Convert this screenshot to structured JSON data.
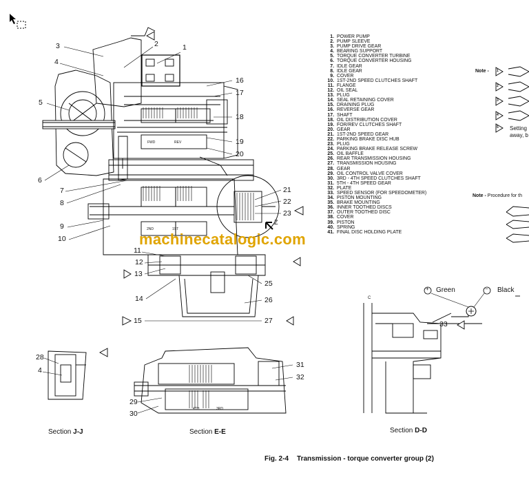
{
  "callouts": [
    {
      "id": "c1",
      "text": "1"
    },
    {
      "id": "c2",
      "text": "2"
    },
    {
      "id": "c3",
      "text": "3"
    },
    {
      "id": "c4",
      "text": "4"
    },
    {
      "id": "c5",
      "text": "5"
    },
    {
      "id": "c6",
      "text": "6"
    },
    {
      "id": "c7",
      "text": "7"
    },
    {
      "id": "c8",
      "text": "8"
    },
    {
      "id": "c9",
      "text": "9"
    },
    {
      "id": "c10",
      "text": "10"
    },
    {
      "id": "c11",
      "text": "11"
    },
    {
      "id": "c12",
      "text": "12"
    },
    {
      "id": "c13",
      "text": "13"
    },
    {
      "id": "c14",
      "text": "14"
    },
    {
      "id": "c15",
      "text": "15"
    },
    {
      "id": "c16",
      "text": "16"
    },
    {
      "id": "c17",
      "text": "17"
    },
    {
      "id": "c18",
      "text": "18"
    },
    {
      "id": "c19",
      "text": "19"
    },
    {
      "id": "c20",
      "text": "20"
    },
    {
      "id": "c21",
      "text": "21"
    },
    {
      "id": "c22",
      "text": "22"
    },
    {
      "id": "c23",
      "text": "23"
    },
    {
      "id": "c25",
      "text": "25"
    },
    {
      "id": "c26",
      "text": "26"
    },
    {
      "id": "c27",
      "text": "27"
    },
    {
      "id": "c28",
      "text": "28"
    },
    {
      "id": "c4b",
      "text": "4"
    },
    {
      "id": "c29",
      "text": "29"
    },
    {
      "id": "c30",
      "text": "30"
    },
    {
      "id": "c31",
      "text": "31"
    },
    {
      "id": "c32",
      "text": "32"
    },
    {
      "id": "c33",
      "text": "33"
    }
  ],
  "legend": [
    {
      "num": "1.",
      "text": "POWER PUMP"
    },
    {
      "num": "2.",
      "text": "PUMP SLEEVE"
    },
    {
      "num": "3.",
      "text": "PUMP DRIVE GEAR"
    },
    {
      "num": "4.",
      "text": "BEARING SUPPORT"
    },
    {
      "num": "5.",
      "text": "TORQUE CONVERTER TURBINE"
    },
    {
      "num": "6.",
      "text": "TORQUE CONVERTER HOUSING"
    },
    {
      "num": "7.",
      "text": "IDLE GEAR"
    },
    {
      "num": "8.",
      "text": "IDLE GEAR"
    },
    {
      "num": "9.",
      "text": "COVER"
    },
    {
      "num": "10.",
      "text": "1ST-2ND SPEED CLUTCHES SHAFT"
    },
    {
      "num": "11.",
      "text": "FLANGE"
    },
    {
      "num": "12.",
      "text": "OIL SEAL"
    },
    {
      "num": "13.",
      "text": "PLUG"
    },
    {
      "num": "14.",
      "text": "SEAL RETAINING COVER"
    },
    {
      "num": "15.",
      "text": "DRAINING PLUG"
    },
    {
      "num": "16.",
      "text": "REVERSE GEAR"
    },
    {
      "num": "17.",
      "text": "SHAFT"
    },
    {
      "num": "18.",
      "text": "OIL DISTRIBUTION COVER"
    },
    {
      "num": "19.",
      "text": "FOR/REV CLUTCHES SHAFT"
    },
    {
      "num": "20.",
      "text": "GEAR"
    },
    {
      "num": "21.",
      "text": "1ST-2ND SPEED GEAR"
    },
    {
      "num": "22.",
      "text": "PARKING BRAKE DISC HUB"
    },
    {
      "num": "23.",
      "text": "PLUG"
    },
    {
      "num": "24.",
      "text": "PARKING BRAKE RELEASE SCREW"
    },
    {
      "num": "25.",
      "text": "OIL BAFFLE"
    },
    {
      "num": "26.",
      "text": "REAR TRANSMISSION HOUSING"
    },
    {
      "num": "27.",
      "text": "TRANSMISSION HOUSING"
    },
    {
      "num": "28.",
      "text": "GEAR"
    },
    {
      "num": "29.",
      "text": "OIL CONTROL VALVE COVER"
    },
    {
      "num": "30.",
      "text": "3RD - 4TH SPEED CLUTCHES SHAFT"
    },
    {
      "num": "31.",
      "text": "5TH - 4TH SPEED GEAR"
    },
    {
      "num": "32.",
      "text": "PLATE"
    },
    {
      "num": "33.",
      "text": "SPEED SENSOR (FOR SPEEDOMETER)"
    },
    {
      "num": "34.",
      "text": "PISTON MOUNTING"
    },
    {
      "num": "35.",
      "text": "BRAKE MOUNTING"
    },
    {
      "num": "36.",
      "text": "INNER TOOTHED DISCS"
    },
    {
      "num": "37.",
      "text": "OUTER TOOTHED DISC"
    },
    {
      "num": "38.",
      "text": "COVER"
    },
    {
      "num": "39.",
      "text": "PISTON"
    },
    {
      "num": "40.",
      "text": "SPRING"
    },
    {
      "num": "41.",
      "text": "FINAL DISC HOLDING PLATE"
    }
  ],
  "notes": {
    "note1_label": "Note -",
    "note2_label": "Note -",
    "note2_text": "Procedure for th",
    "setting_line1": "Setting",
    "setting_line2": "away, b",
    "marker_numbers": [
      "1",
      "2",
      "3",
      "4",
      "5"
    ]
  },
  "diagram_labels": {
    "fwd": "FWD",
    "rev": "REV",
    "second": "2ND",
    "first": "1ST",
    "fourth": "4TH",
    "third": "3RD",
    "z_label": "Z",
    "c_label": "C",
    "green_symbol": "+",
    "green_text": "Green",
    "black_symbol": "−",
    "black_text": "Black"
  },
  "sections": {
    "jj_prefix": "Section ",
    "jj_letter": "J-J",
    "ee_prefix": "Section ",
    "ee_letter": "E-E",
    "dd_prefix": "Section ",
    "dd_letter": "D-D"
  },
  "caption": {
    "fig": "Fig. 2-4",
    "title": "Transmission - torque converter group (2)"
  },
  "watermark": "machinecatalogic.com"
}
